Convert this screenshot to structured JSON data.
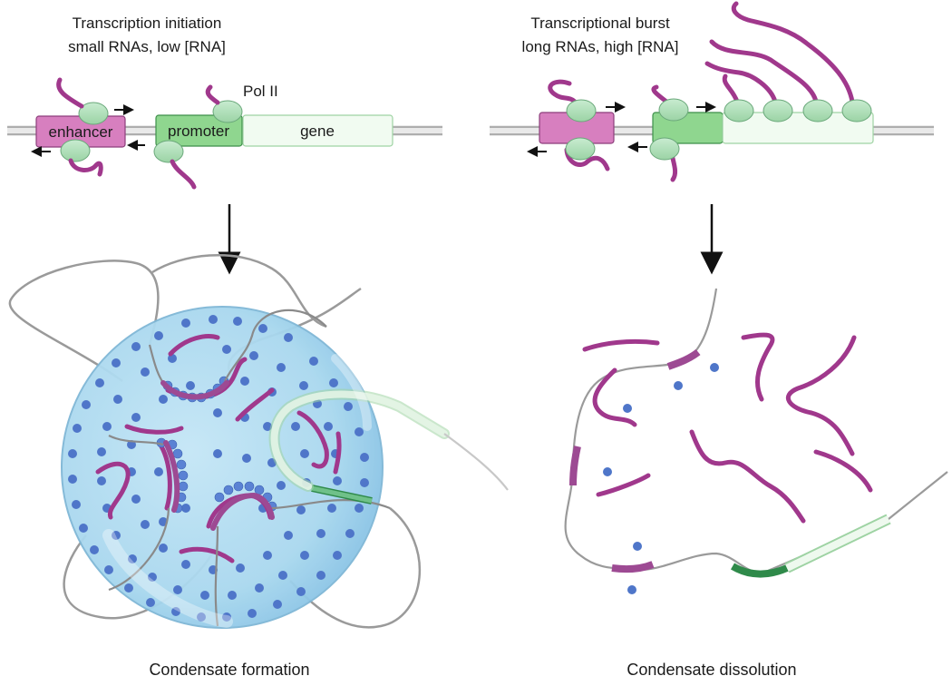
{
  "left_panel": {
    "title_line1": "Transcription initiation",
    "title_line2": "small RNAs, low [RNA]",
    "enhancer_label": "enhancer",
    "promoter_label": "promoter",
    "gene_label": "gene",
    "polymerase_label": "Pol II",
    "caption": "Condensate formation"
  },
  "right_panel": {
    "title_line1": "Transcriptional burst",
    "title_line2": "long RNAs, high [RNA]",
    "caption": "Condensate dissolution"
  },
  "colors": {
    "enhancer": "#d77fbf",
    "promoter": "#8fd68f",
    "gene": "#f1fbf1",
    "polymerase": "#a9dcb0",
    "rna": "#a0388c",
    "protein_dot": "#4f76c9",
    "condensate": "#a9d8ef",
    "dna": "#9a9a9a"
  }
}
